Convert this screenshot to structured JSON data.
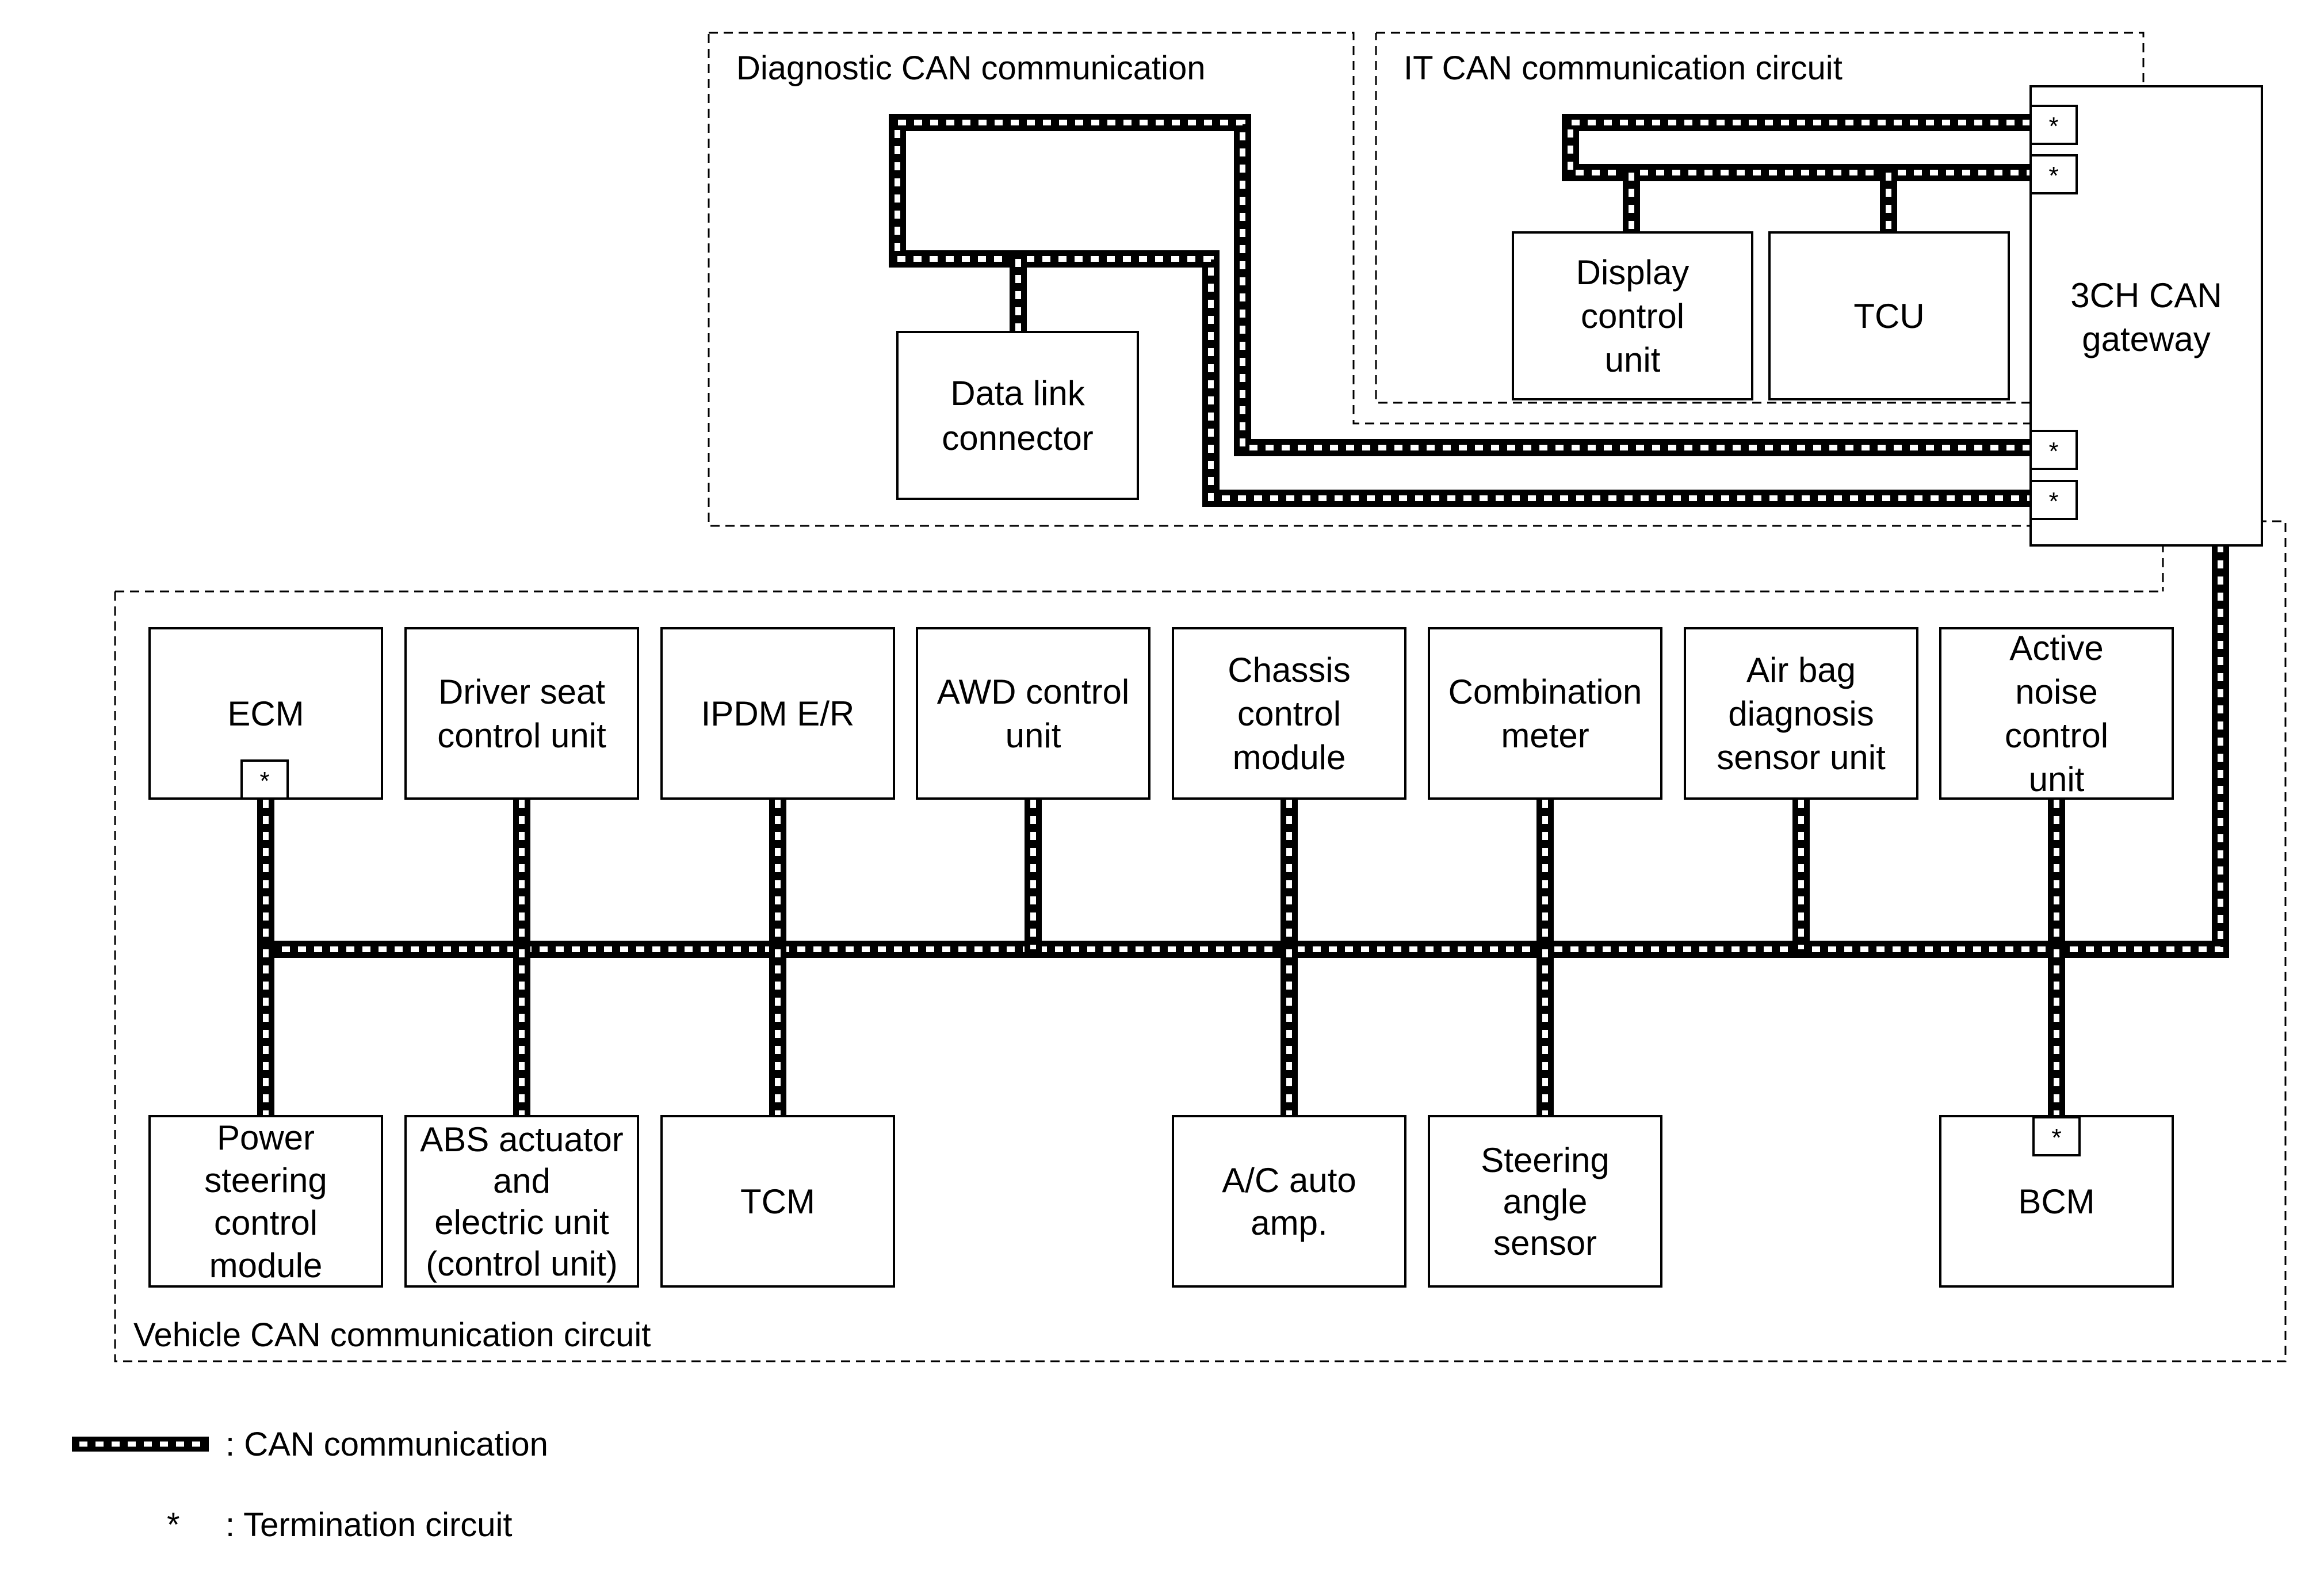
{
  "regions": {
    "diagnostic": "Diagnostic CAN communication",
    "it": "IT CAN communication circuit",
    "vehicle": "Vehicle CAN communication circuit"
  },
  "gateway": {
    "lines": [
      "3CH CAN",
      "gateway"
    ]
  },
  "diagnostic_units": {
    "data_link_connector": [
      "Data link",
      "connector"
    ]
  },
  "it_units": {
    "display_control_unit": [
      "Display",
      "control",
      "unit"
    ],
    "tcu": [
      "TCU"
    ]
  },
  "vehicle_top_units": {
    "ecm": [
      "ECM"
    ],
    "driver_seat_control_unit": [
      "Driver seat",
      "control unit"
    ],
    "ipdm_er": [
      "IPDM E/R"
    ],
    "awd_control_unit": [
      "AWD control",
      "unit"
    ],
    "chassis_control_module": [
      "Chassis",
      "control",
      "module"
    ],
    "combination_meter": [
      "Combination",
      "meter"
    ],
    "air_bag_diagnosis_sensor_unit": [
      "Air bag",
      "diagnosis",
      "sensor unit"
    ],
    "active_noise_control_unit": [
      "Active",
      "noise",
      "control",
      "unit"
    ]
  },
  "vehicle_bottom_units": {
    "power_steering_control_module": [
      "Power",
      "steering",
      "control",
      "module"
    ],
    "abs_actuator_electric_unit": [
      "ABS actuator",
      "and",
      "electric unit",
      "(control unit)"
    ],
    "tcm": [
      "TCM"
    ],
    "ac_auto_amp": [
      "A/C auto",
      "amp."
    ],
    "steering_angle_sensor": [
      "Steering",
      "angle",
      "sensor"
    ],
    "bcm": [
      "BCM"
    ]
  },
  "termination_symbol": "*",
  "legend": {
    "can_communication": ": CAN communication",
    "termination_symbol": "*",
    "termination_circuit": ": Termination circuit"
  }
}
